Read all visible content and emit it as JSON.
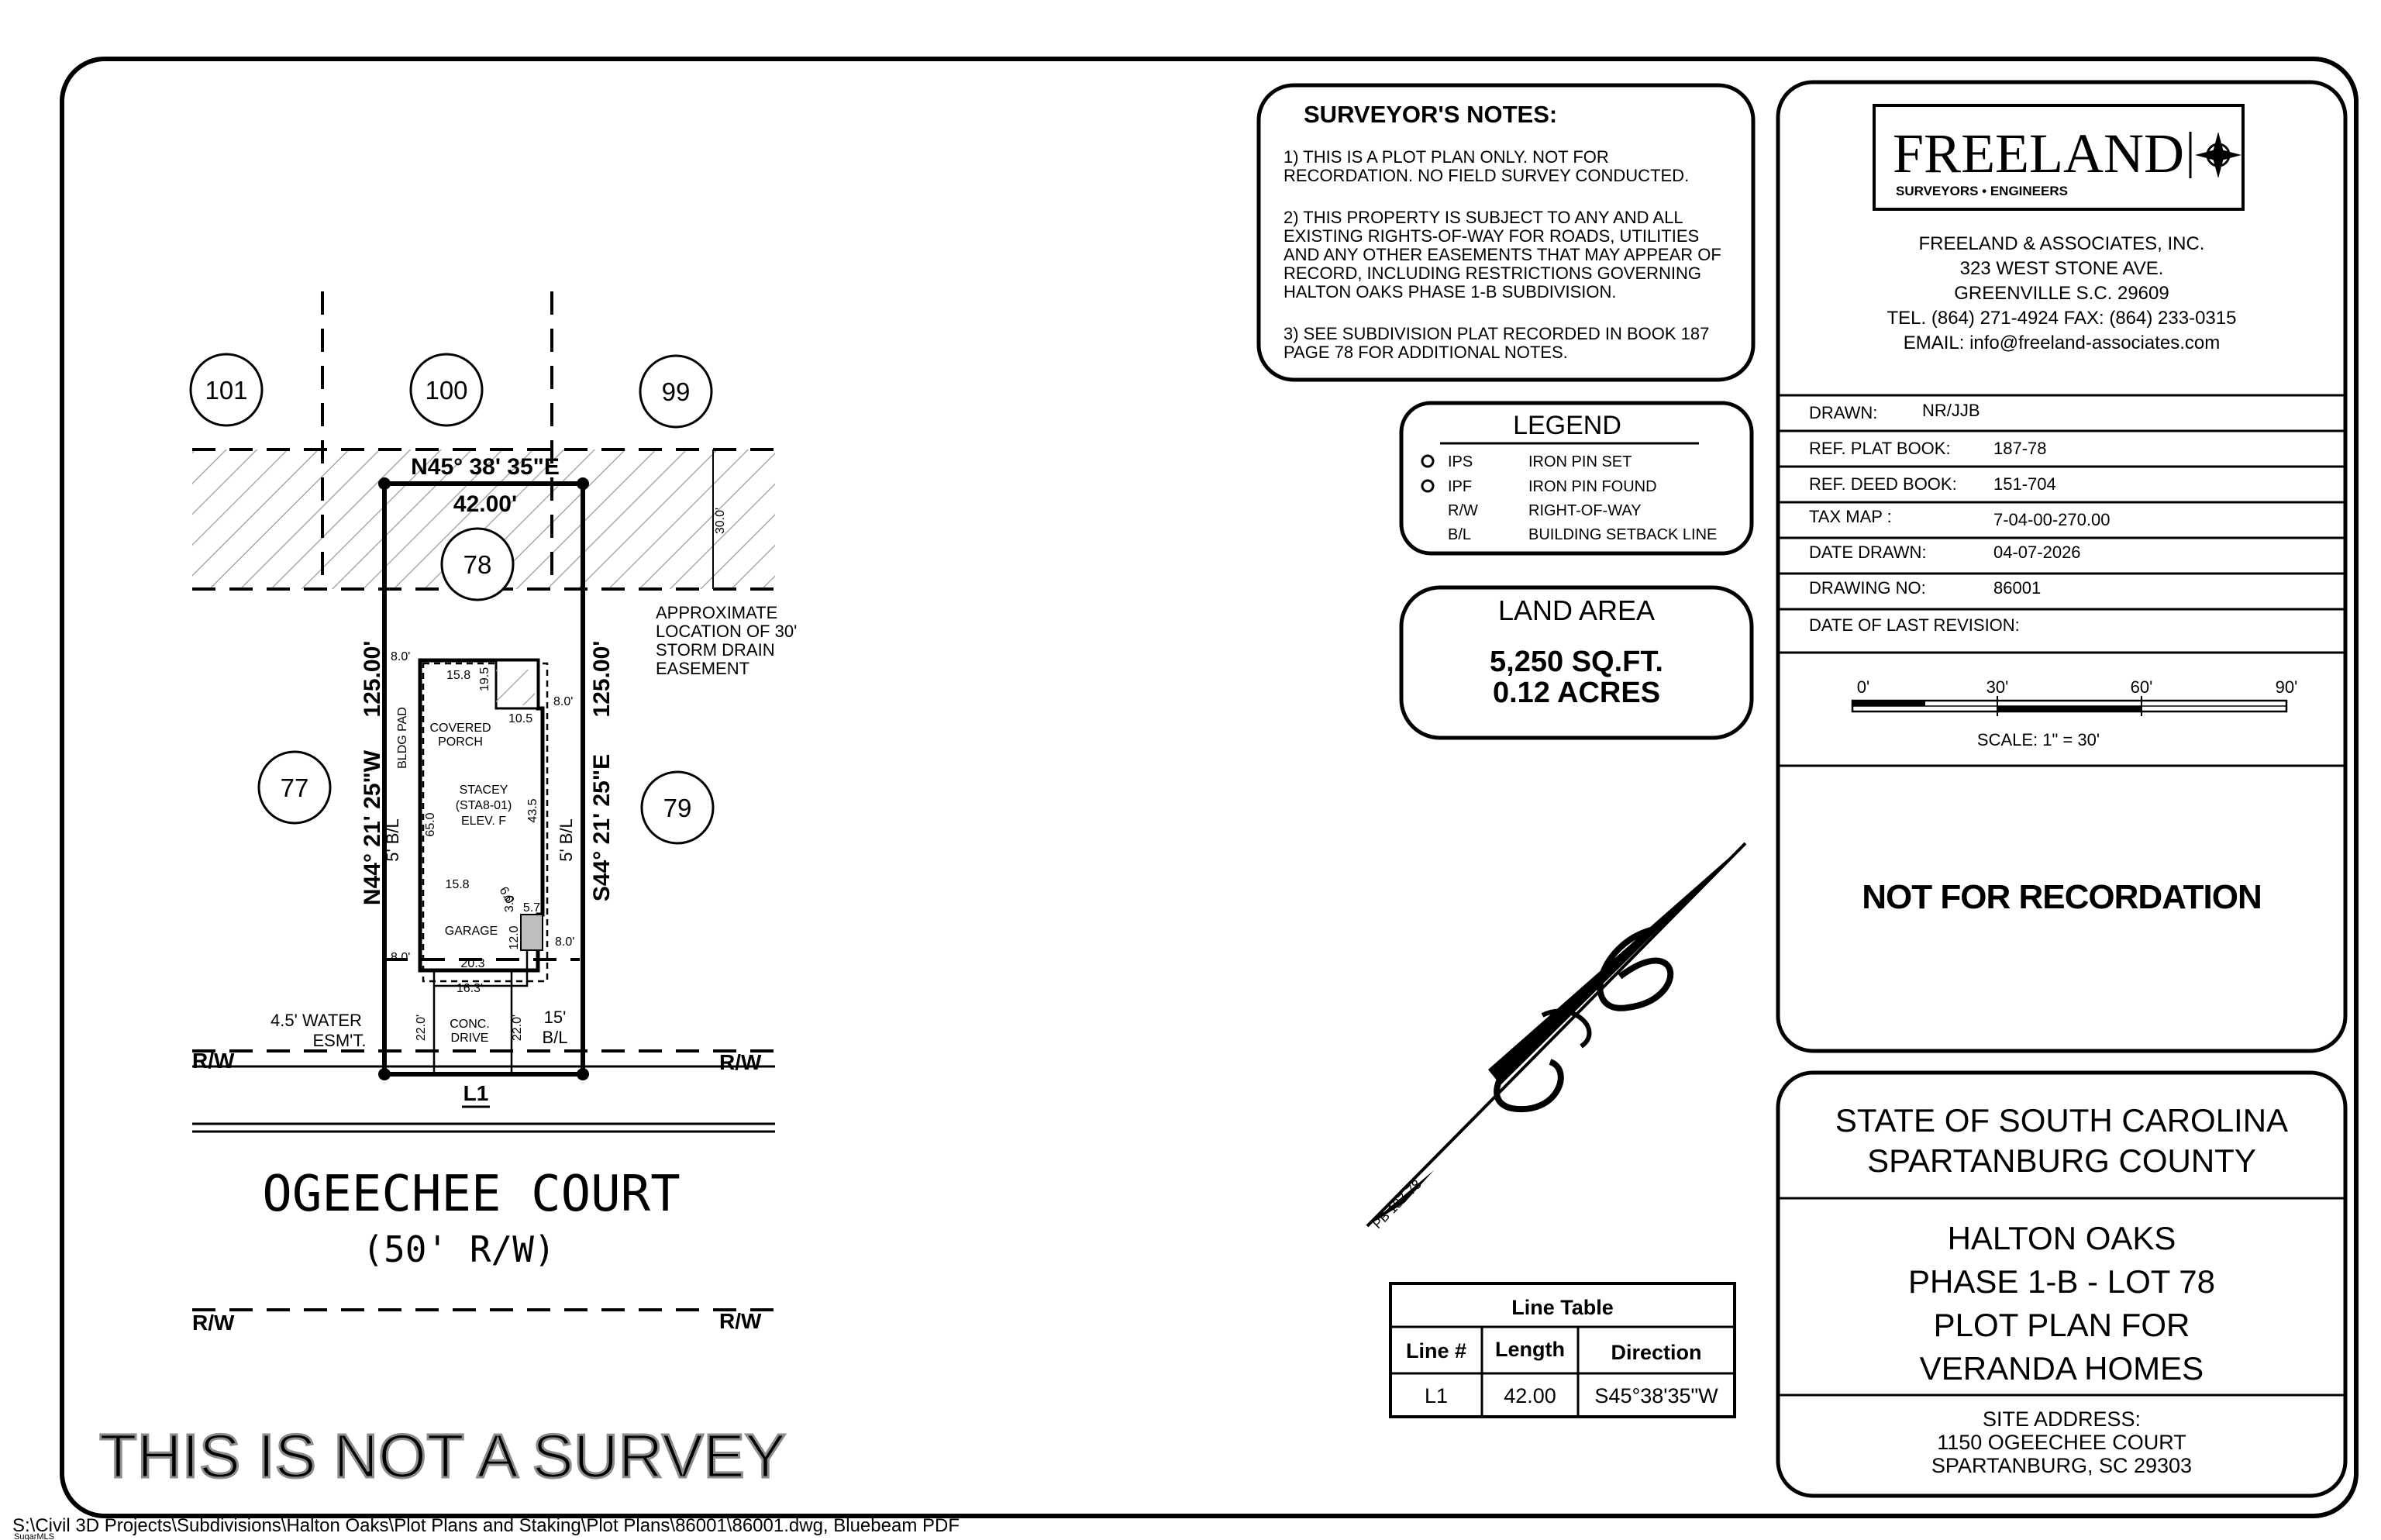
{
  "surveyor_notes": {
    "title": "SURVEYOR'S NOTES:",
    "note1_line1": "1) THIS IS A PLOT PLAN ONLY. NOT FOR",
    "note1_line2": "RECORDATION. NO FIELD SURVEY CONDUCTED.",
    "note2_line1": "2) THIS PROPERTY IS SUBJECT TO ANY AND ALL",
    "note2_line2": "EXISTING RIGHTS-OF-WAY FOR ROADS, UTILITIES",
    "note2_line3": "AND ANY OTHER EASEMENTS THAT MAY APPEAR OF",
    "note2_line4": "RECORD, INCLUDING RESTRICTIONS GOVERNING",
    "note2_line5": "HALTON OAKS PHASE 1-B SUBDIVISION.",
    "note3_line1": "3) SEE SUBDIVISION PLAT RECORDED IN BOOK 187",
    "note3_line2": "PAGE 78 FOR ADDITIONAL NOTES."
  },
  "legend": {
    "title": "LEGEND",
    "items": [
      {
        "sym": "IPS",
        "desc": "IRON PIN SET"
      },
      {
        "sym": "IPF",
        "desc": "IRON PIN FOUND"
      },
      {
        "sym": "R/W",
        "desc": "RIGHT-OF-WAY"
      },
      {
        "sym": "B/L",
        "desc": "BUILDING SETBACK LINE"
      }
    ]
  },
  "land_area": {
    "title": "LAND AREA",
    "sqft": "5,250 SQ.FT.",
    "acres": "0.12 ACRES"
  },
  "firm": {
    "logo": "FREELAND",
    "logo_sub": "SURVEYORS • ENGINEERS",
    "name": "FREELAND & ASSOCIATES, INC.",
    "street": "323 WEST STONE AVE.",
    "city": "GREENVILLE S.C. 29609",
    "phone": "TEL. (864) 271-4924 FAX: (864) 233-0315",
    "email": "EMAIL: info@freeland-associates.com"
  },
  "info_table": [
    {
      "label": "DRAWN:",
      "value": "NR/JJB"
    },
    {
      "label": "REF. PLAT BOOK:",
      "value": "187-78"
    },
    {
      "label": "REF. DEED BOOK:",
      "value": "151-704"
    },
    {
      "label": "TAX MAP :",
      "value": "7-04-00-270.00"
    },
    {
      "label": "DATE DRAWN:",
      "value": "04-07-2026"
    },
    {
      "label": "DRAWING NO:",
      "value": "86001"
    },
    {
      "label": "DATE OF LAST REVISION:",
      "value": ""
    }
  ],
  "scale": {
    "ticks": [
      "0'",
      "30'",
      "60'",
      "90'"
    ],
    "label": "SCALE:   1\" = 30'"
  },
  "not_for_recordation": "NOT FOR RECORDATION",
  "state_block": {
    "line1": "STATE OF SOUTH CAROLINA",
    "line2": "SPARTANBURG COUNTY"
  },
  "title_block": {
    "line1": "HALTON OAKS",
    "line2": "PHASE 1-B - LOT 78",
    "line3": "PLOT PLAN FOR",
    "line4": "VERANDA HOMES"
  },
  "site_address": {
    "label": "SITE   ADDRESS:",
    "street": "1150  OGEECHEE  COURT",
    "city": "SPARTANBURG,  SC  29303"
  },
  "line_table": {
    "title": "Line Table",
    "headers": [
      "Line #",
      "Length",
      "Direction"
    ],
    "rows": [
      [
        "L1",
        "42.00",
        "S45°38'35\"W"
      ]
    ]
  },
  "plan": {
    "lot_numbers": [
      "101",
      "100",
      "99",
      "78",
      "77",
      "79"
    ],
    "north_bearing": "N45° 38' 35\"E",
    "north_distance": "42.00'",
    "west_bearing": "N44° 21' 25\"W",
    "west_distance": "125.00'",
    "east_bearing": "S44° 21' 25\"E",
    "east_distance": "125.00'",
    "easement_depth": "30.0'",
    "easement_note_1": "APPROXIMATE",
    "easement_note_2": "LOCATION OF 30'",
    "easement_note_3": "STORM DRAIN",
    "easement_note_4": "EASEMENT",
    "side_setback_w": "8.0'",
    "side_setback_e": "8.0'",
    "side_setback_e2": "8.0'",
    "side_setback_w2": "8.0'",
    "dim_15_8_top": "15.8",
    "dim_19_5": "19.5",
    "dim_10_5": "10.5",
    "covered_porch_1": "COVERED",
    "covered_porch_2": "PORCH",
    "bldg_pad": "BLDG PAD",
    "house_name_1": "STACEY",
    "house_name_2": "(STA8-01)",
    "house_name_3": "ELEV. F",
    "dim_65_0": "65.0",
    "dim_43_5": "43.5",
    "bl_west": "5' B/L",
    "bl_east": "5' B/L",
    "dim_15_8_mid": "15.8",
    "dim_6_0": "6.0",
    "dim_3_9": "3.9",
    "dim_5_7": "5.7",
    "garage": "GARAGE",
    "dim_12_0": "12.0",
    "dim_20_3": "20.3",
    "dim_16_3": "16.3'",
    "water_esmt_1": "4.5' WATER",
    "water_esmt_2": "ESM'T.",
    "dim_22_0_a": "22.0'",
    "dim_22_0_b": "22.0'",
    "conc_drive_1": "CONC.",
    "conc_drive_2": "DRIVE",
    "front_bl_1": "15'",
    "front_bl_2": "B/L",
    "rw_left": "R/W",
    "rw_right": "R/W",
    "line_label": "L1",
    "street_name": "OGEECHEE  COURT",
    "street_width": "(50' R/W)",
    "rw_left_2": "R/W",
    "rw_right_2": "R/W",
    "plat_ref": "PB 187-78"
  },
  "watermark": "THIS IS NOT A SURVEY",
  "file_path": "S:\\Civil 3D Projects\\Subdivisions\\Halton Oaks\\Plot Plans and Staking\\Plot Plans\\86001\\86001.dwg, Bluebeam PDF",
  "mls_tag": "SugarMLS"
}
